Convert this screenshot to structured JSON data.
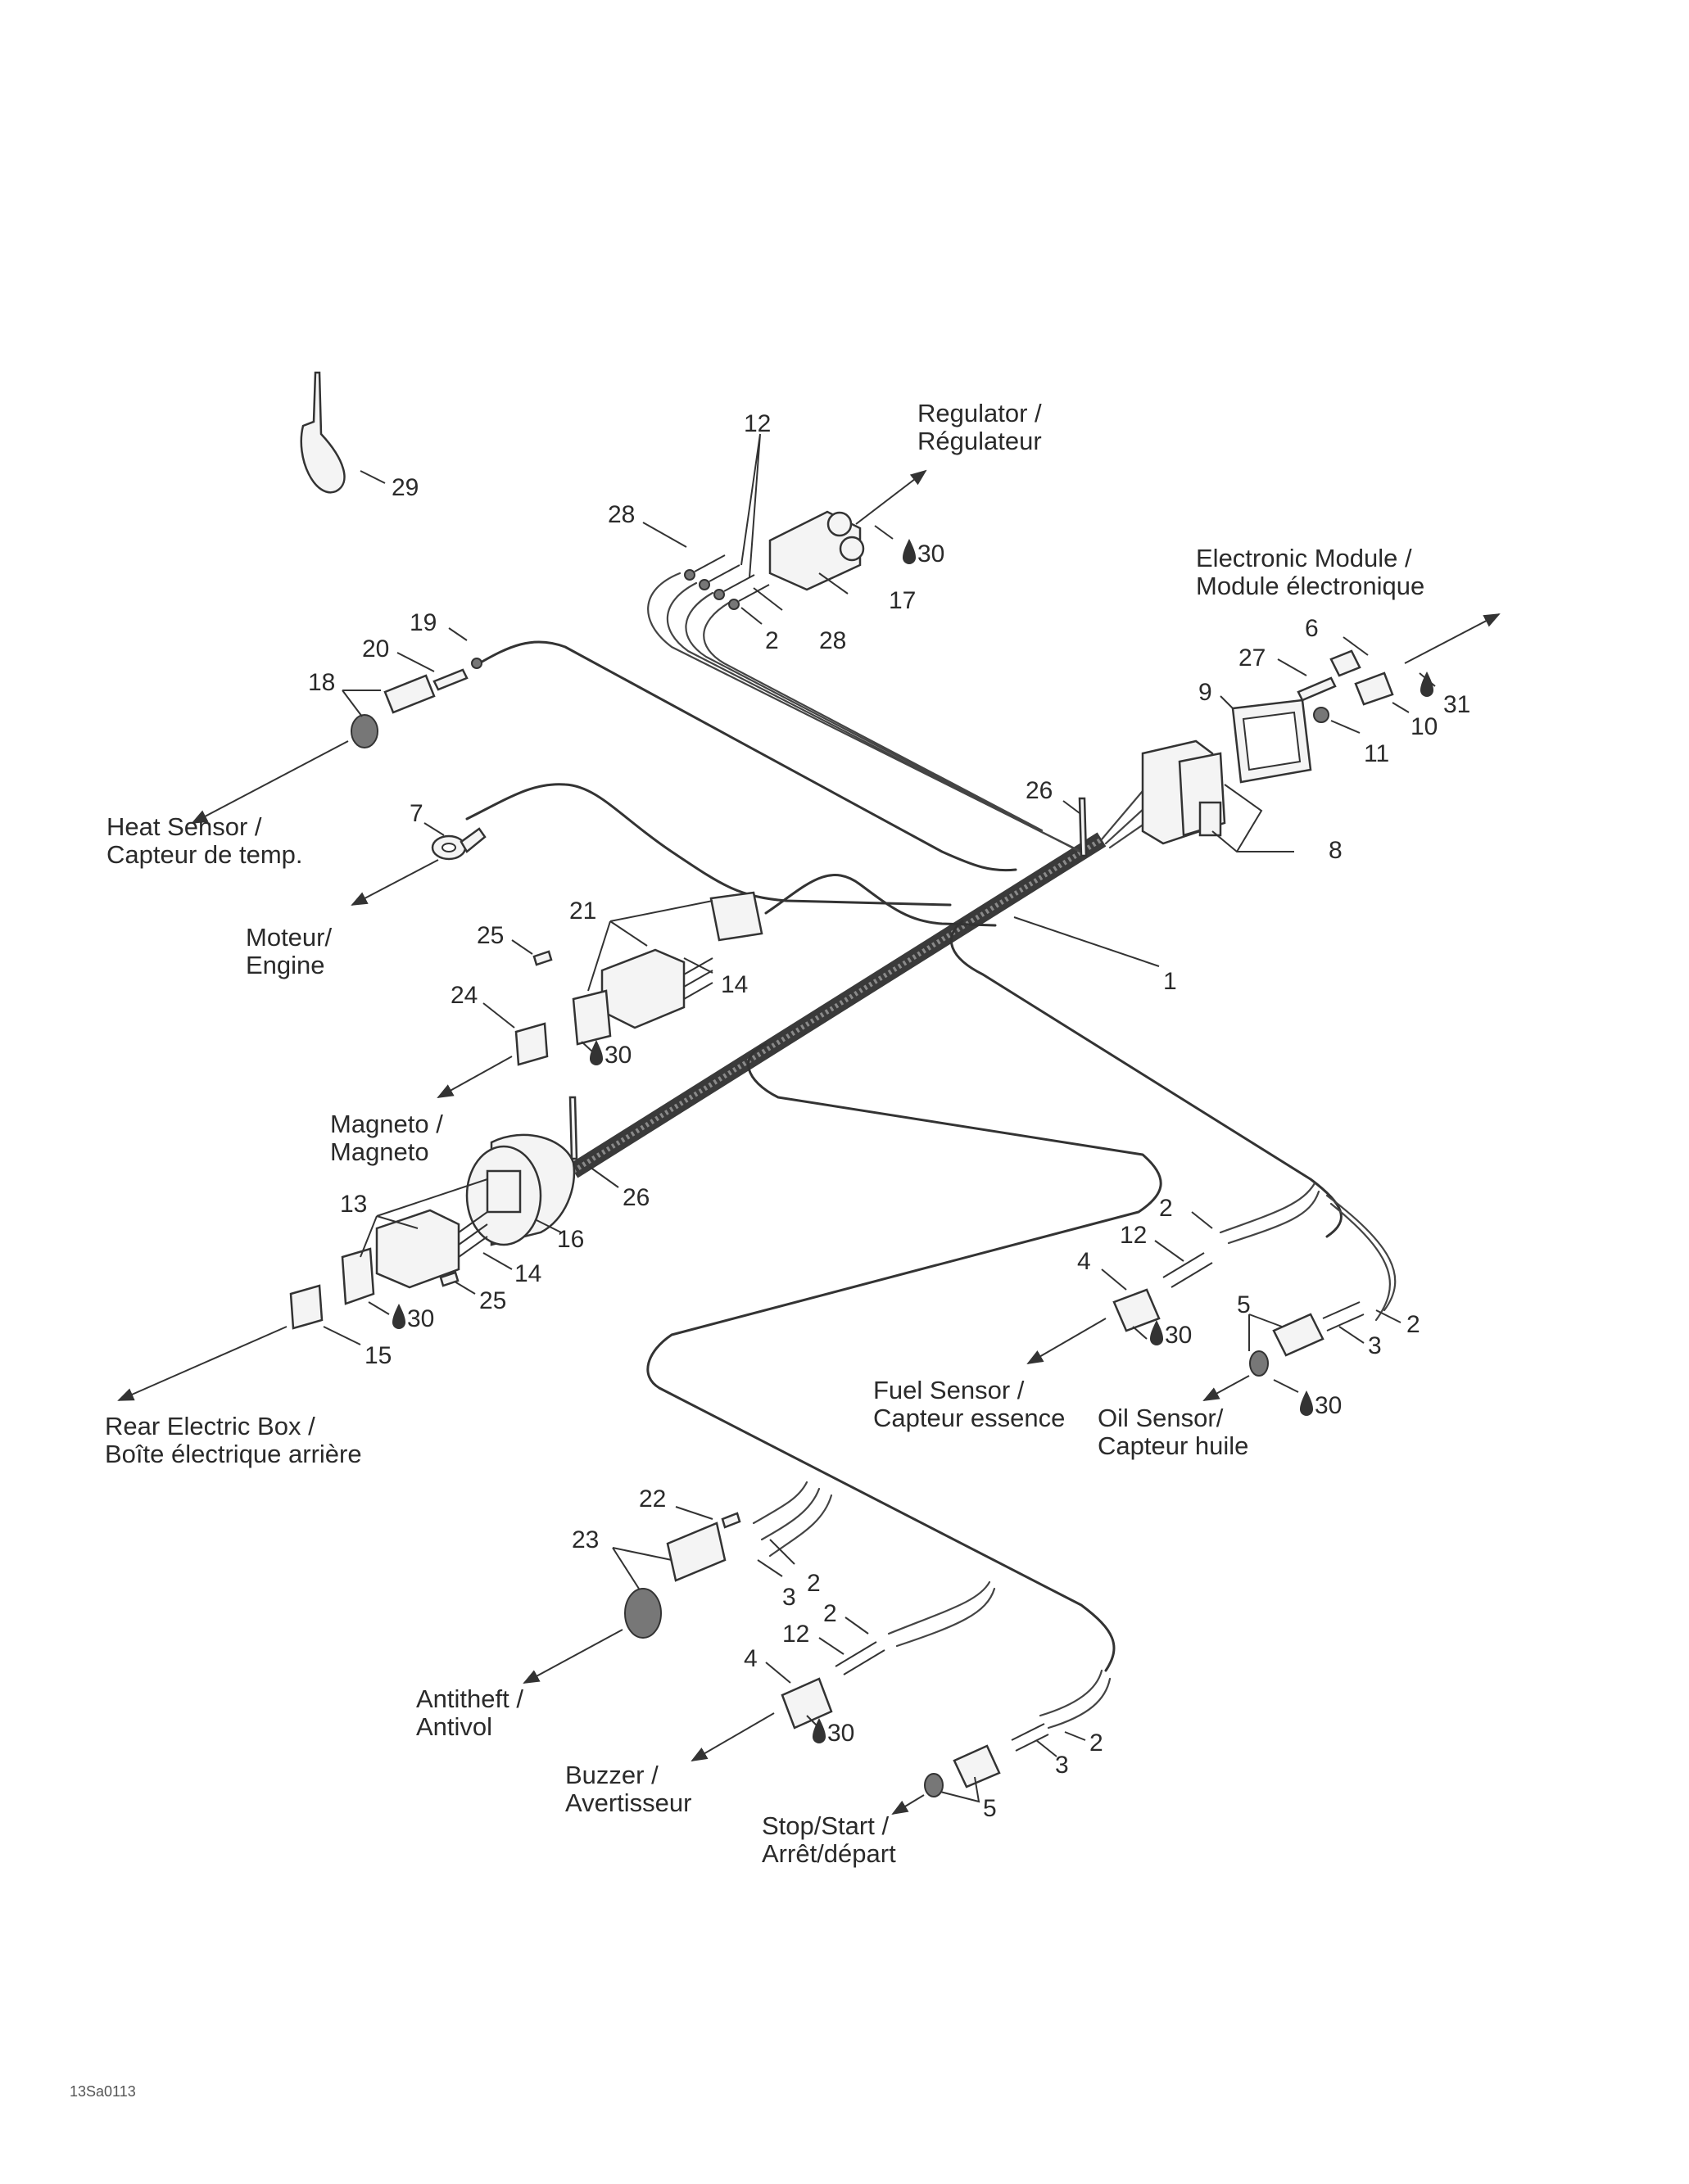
{
  "diagram": {
    "figure_code": "13Sa0113",
    "destinations": [
      {
        "id": "regulator",
        "line1": "Regulator /",
        "line2": "Régulateur"
      },
      {
        "id": "electronic-module",
        "line1": "Electronic Module /",
        "line2": "Module électronique"
      },
      {
        "id": "heat-sensor",
        "line1": "Heat Sensor /",
        "line2": "Capteur de temp."
      },
      {
        "id": "engine",
        "line1": "Moteur/",
        "line2": "Engine"
      },
      {
        "id": "magneto",
        "line1": "Magneto /",
        "line2": "Magneto"
      },
      {
        "id": "rear-electric-box",
        "line1": "Rear Electric Box /",
        "line2": "Boîte électrique arrière"
      },
      {
        "id": "fuel-sensor",
        "line1": "Fuel Sensor /",
        "line2": "Capteur essence"
      },
      {
        "id": "oil-sensor",
        "line1": "Oil Sensor/",
        "line2": "Capteur huile"
      },
      {
        "id": "antitheft",
        "line1": "Antitheft /",
        "line2": "Antivol"
      },
      {
        "id": "buzzer",
        "line1": "Buzzer /",
        "line2": "Avertisseur"
      },
      {
        "id": "stop-start",
        "line1": "Stop/Start /",
        "line2": "Arrêt/départ"
      }
    ],
    "callouts": [
      {
        "id": "c29",
        "number": "29"
      },
      {
        "id": "c12a",
        "number": "12"
      },
      {
        "id": "c28a",
        "number": "28"
      },
      {
        "id": "c28b",
        "number": "28"
      },
      {
        "id": "c2a",
        "number": "2"
      },
      {
        "id": "c17",
        "number": "17"
      },
      {
        "id": "c30a",
        "number": "30",
        "lubricant": true
      },
      {
        "id": "c19",
        "number": "19"
      },
      {
        "id": "c20",
        "number": "20"
      },
      {
        "id": "c18",
        "number": "18"
      },
      {
        "id": "c6",
        "number": "6"
      },
      {
        "id": "c27",
        "number": "27"
      },
      {
        "id": "c9",
        "number": "9"
      },
      {
        "id": "c10",
        "number": "10"
      },
      {
        "id": "c11",
        "number": "11"
      },
      {
        "id": "c31",
        "number": "31",
        "lubricant": true
      },
      {
        "id": "c26a",
        "number": "26"
      },
      {
        "id": "c8",
        "number": "8"
      },
      {
        "id": "c7",
        "number": "7"
      },
      {
        "id": "c21",
        "number": "21"
      },
      {
        "id": "c25a",
        "number": "25"
      },
      {
        "id": "c14a",
        "number": "14"
      },
      {
        "id": "c24",
        "number": "24"
      },
      {
        "id": "c30b",
        "number": "30",
        "lubricant": true
      },
      {
        "id": "c1",
        "number": "1"
      },
      {
        "id": "c26b",
        "number": "26"
      },
      {
        "id": "c13",
        "number": "13"
      },
      {
        "id": "c16",
        "number": "16"
      },
      {
        "id": "c14b",
        "number": "14"
      },
      {
        "id": "c25b",
        "number": "25"
      },
      {
        "id": "c30c",
        "number": "30",
        "lubricant": true
      },
      {
        "id": "c15",
        "number": "15"
      },
      {
        "id": "c2b",
        "number": "2"
      },
      {
        "id": "c12b",
        "number": "12"
      },
      {
        "id": "c4a",
        "number": "4"
      },
      {
        "id": "c30d",
        "number": "30",
        "lubricant": true
      },
      {
        "id": "c5a",
        "number": "5"
      },
      {
        "id": "c2c",
        "number": "2"
      },
      {
        "id": "c3a",
        "number": "3"
      },
      {
        "id": "c30e",
        "number": "30",
        "lubricant": true
      },
      {
        "id": "c22",
        "number": "22"
      },
      {
        "id": "c23",
        "number": "23"
      },
      {
        "id": "c2d",
        "number": "2"
      },
      {
        "id": "c3b",
        "number": "3"
      },
      {
        "id": "c2e",
        "number": "2"
      },
      {
        "id": "c12c",
        "number": "12"
      },
      {
        "id": "c4b",
        "number": "4"
      },
      {
        "id": "c30f",
        "number": "30",
        "lubricant": true
      },
      {
        "id": "c2f",
        "number": "2"
      },
      {
        "id": "c3c",
        "number": "3"
      },
      {
        "id": "c5b",
        "number": "5"
      }
    ]
  }
}
